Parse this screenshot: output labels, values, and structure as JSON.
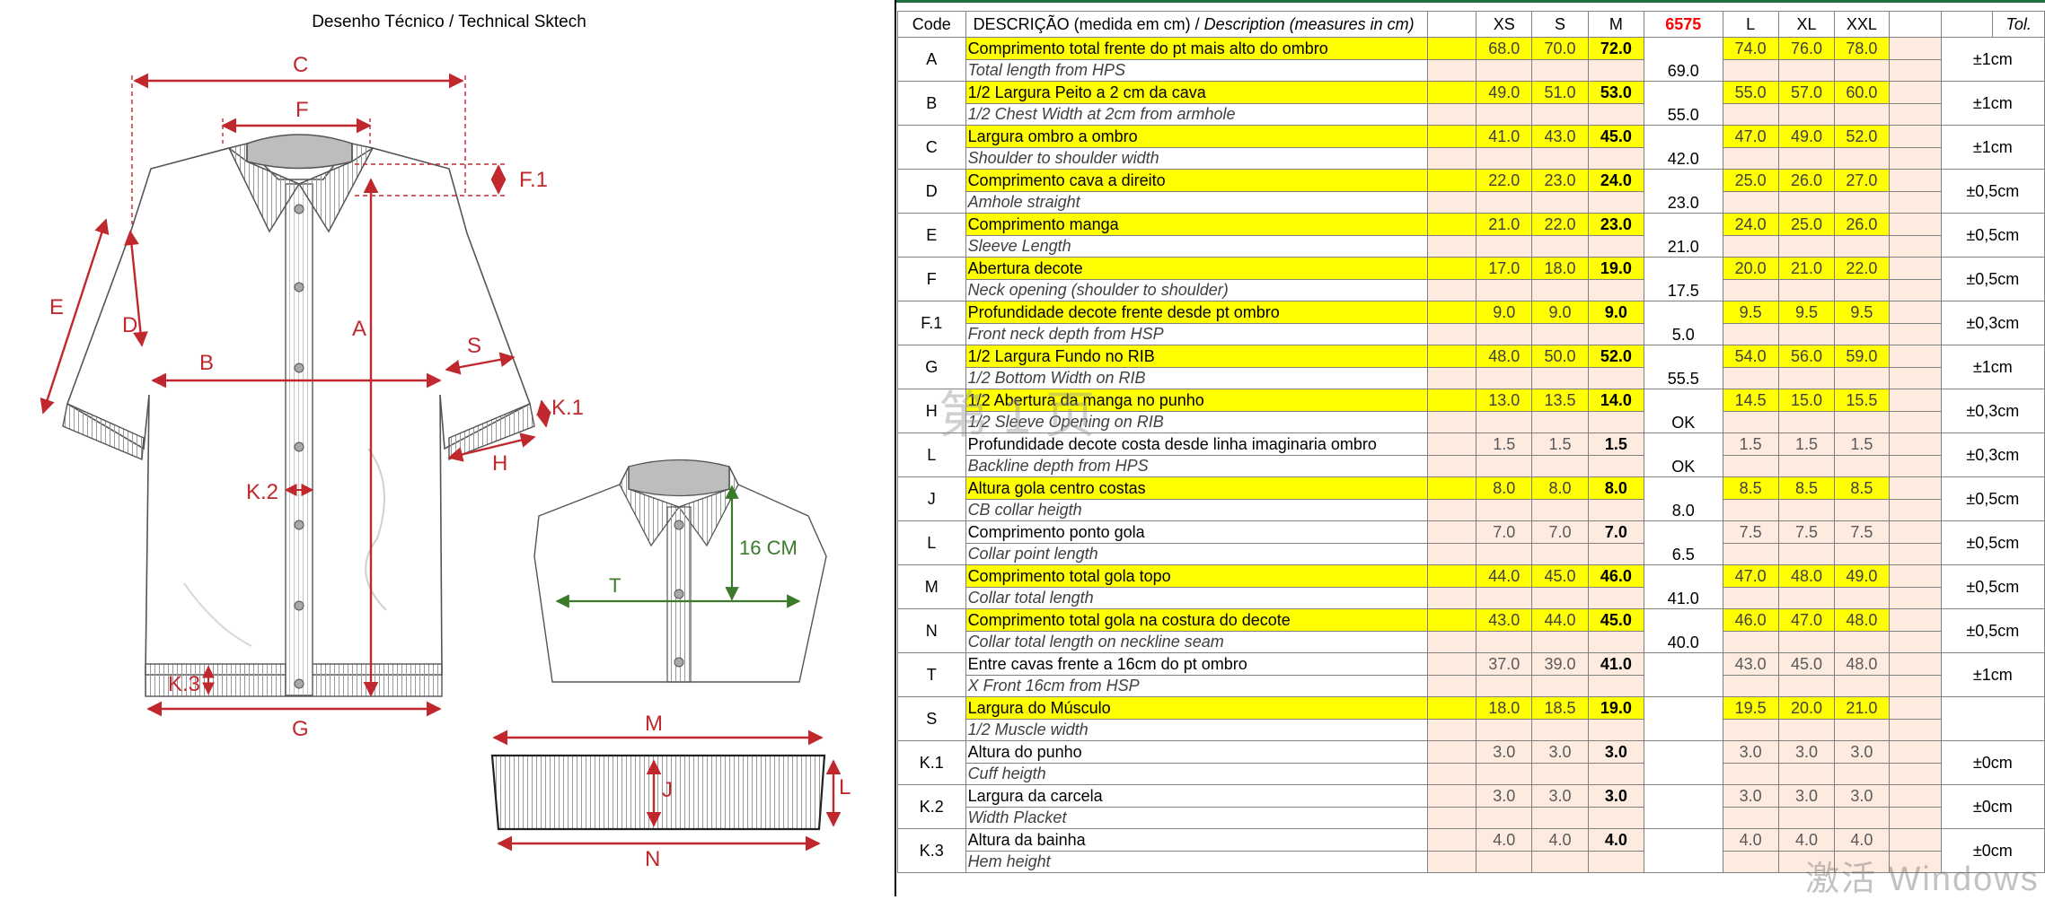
{
  "sketch": {
    "title": "Desenho Técnico / Technical Sktech",
    "labels": {
      "C": "C",
      "F": "F",
      "F1": "F.1",
      "E": "E",
      "D": "D",
      "B": "B",
      "A": "A",
      "S": "S",
      "K1": "K.1",
      "H": "H",
      "K2": "K.2",
      "K3": "K.3",
      "G": "G",
      "cm16": "16 CM",
      "T": "T",
      "M": "M",
      "J": "J",
      "L": "L",
      "N": "N"
    }
  },
  "table": {
    "headers": {
      "code": "Code",
      "desc_pt": "DESCRIÇÃO (medida em cm) /",
      "desc_en": " Description (measures in cm)",
      "xs": "XS",
      "s": "S",
      "m": "M",
      "sample": "6575",
      "l": "L",
      "xl": "XL",
      "xxl": "XXL",
      "tol": "Tol."
    },
    "rows": [
      {
        "code": "A",
        "pt": "Comprimento total frente do pt mais alto do ombro",
        "en": "Total length from HPS",
        "xs": "68.0",
        "s": "70.0",
        "m": "72.0",
        "sample": "69.0",
        "l": "74.0",
        "xl": "76.0",
        "xxl": "78.0",
        "tol": "±1cm",
        "hl": true
      },
      {
        "code": "B",
        "pt": "1/2 Largura Peito a 2 cm da cava",
        "en": "1/2 Chest Width at 2cm from armhole",
        "xs": "49.0",
        "s": "51.0",
        "m": "53.0",
        "sample": "55.0",
        "l": "55.0",
        "xl": "57.0",
        "xxl": "60.0",
        "tol": "±1cm",
        "hl": true
      },
      {
        "code": "C",
        "pt": "Largura ombro a ombro",
        "en": "Shoulder to shoulder width",
        "xs": "41.0",
        "s": "43.0",
        "m": "45.0",
        "sample": "42.0",
        "l": "47.0",
        "xl": "49.0",
        "xxl": "52.0",
        "tol": "±1cm",
        "hl": true
      },
      {
        "code": "D",
        "pt": "Comprimento cava a direito",
        "en": "Amhole straight",
        "xs": "22.0",
        "s": "23.0",
        "m": "24.0",
        "sample": "23.0",
        "l": "25.0",
        "xl": "26.0",
        "xxl": "27.0",
        "tol": "±0,5cm",
        "hl": true
      },
      {
        "code": "E",
        "pt": "Comprimento manga",
        "en": "Sleeve Length",
        "xs": "21.0",
        "s": "22.0",
        "m": "23.0",
        "sample": "21.0",
        "l": "24.0",
        "xl": "25.0",
        "xxl": "26.0",
        "tol": "±0,5cm",
        "hl": true
      },
      {
        "code": "F",
        "pt": "Abertura decote",
        "en": "Neck opening (shoulder to shoulder)",
        "xs": "17.0",
        "s": "18.0",
        "m": "19.0",
        "sample": "17.5",
        "l": "20.0",
        "xl": "21.0",
        "xxl": "22.0",
        "tol": "±0,5cm",
        "hl": true
      },
      {
        "code": "F.1",
        "pt": "Profundidade decote frente desde pt ombro",
        "en": "Front neck depth from HSP",
        "xs": "9.0",
        "s": "9.0",
        "m": "9.0",
        "sample": "5.0",
        "l": "9.5",
        "xl": "9.5",
        "xxl": "9.5",
        "tol": "±0,3cm",
        "hl": true
      },
      {
        "code": "G",
        "pt": "1/2 Largura Fundo no RIB",
        "en": "1/2 Bottom Width on RIB",
        "xs": "48.0",
        "s": "50.0",
        "m": "52.0",
        "sample": "55.5",
        "l": "54.0",
        "xl": "56.0",
        "xxl": "59.0",
        "tol": "±1cm",
        "hl": true
      },
      {
        "code": "H",
        "pt": "1/2 Abertura da manga no punho",
        "en": "1/2 Sleeve Opening on RIB",
        "xs": "13.0",
        "s": "13.5",
        "m": "14.0",
        "sample": "OK",
        "l": "14.5",
        "xl": "15.0",
        "xxl": "15.5",
        "tol": "±0,3cm",
        "hl": true
      },
      {
        "code": "L",
        "pt": "Profundidade decote costa desde linha imaginaria ombro",
        "en": "Backline depth from HPS",
        "xs": "1.5",
        "s": "1.5",
        "m": "1.5",
        "sample": "OK",
        "l": "1.5",
        "xl": "1.5",
        "xxl": "1.5",
        "tol": "±0,3cm",
        "hl": false
      },
      {
        "code": "J",
        "pt": "Altura gola centro costas",
        "en": "CB collar heigth",
        "xs": "8.0",
        "s": "8.0",
        "m": "8.0",
        "sample": "8.0",
        "l": "8.5",
        "xl": "8.5",
        "xxl": "8.5",
        "tol": "±0,5cm",
        "hl": true
      },
      {
        "code": "L",
        "pt": "Comprimento ponto gola",
        "en": "Collar point length",
        "xs": "7.0",
        "s": "7.0",
        "m": "7.0",
        "sample": "6.5",
        "l": "7.5",
        "xl": "7.5",
        "xxl": "7.5",
        "tol": "±0,5cm",
        "hl": false
      },
      {
        "code": "M",
        "pt": "Comprimento total gola topo",
        "en": "Collar total length",
        "xs": "44.0",
        "s": "45.0",
        "m": "46.0",
        "sample": "41.0",
        "l": "47.0",
        "xl": "48.0",
        "xxl": "49.0",
        "tol": "±0,5cm",
        "hl": true
      },
      {
        "code": "N",
        "pt": "Comprimento total gola na costura do decote",
        "en": "Collar total length on neckline seam",
        "xs": "43.0",
        "s": "44.0",
        "m": "45.0",
        "sample": "40.0",
        "l": "46.0",
        "xl": "47.0",
        "xxl": "48.0",
        "tol": "±0,5cm",
        "hl": true
      },
      {
        "code": "T",
        "pt": "Entre cavas frente a 16cm do pt ombro",
        "en": "X Front 16cm from HSP",
        "xs": "37.0",
        "s": "39.0",
        "m": "41.0",
        "sample": "",
        "l": "43.0",
        "xl": "45.0",
        "xxl": "48.0",
        "tol": "±1cm",
        "hl": false
      },
      {
        "code": "S",
        "pt": "Largura do Músculo",
        "en": "1/2 Muscle width",
        "xs": "18.0",
        "s": "18.5",
        "m": "19.0",
        "sample": "",
        "l": "19.5",
        "xl": "20.0",
        "xxl": "21.0",
        "tol": "",
        "hl": true
      },
      {
        "code": "K.1",
        "pt": "Altura do punho",
        "en": "Cuff heigth",
        "xs": "3.0",
        "s": "3.0",
        "m": "3.0",
        "sample": "",
        "l": "3.0",
        "xl": "3.0",
        "xxl": "3.0",
        "tol": "±0cm",
        "hl": false
      },
      {
        "code": "K.2",
        "pt": "Largura da carcela",
        "en": "Width Placket",
        "xs": "3.0",
        "s": "3.0",
        "m": "3.0",
        "sample": "",
        "l": "3.0",
        "xl": "3.0",
        "xxl": "3.0",
        "tol": "±0cm",
        "hl": false
      },
      {
        "code": "K.3",
        "pt": "Altura da bainha",
        "en": "Hem height",
        "xs": "4.0",
        "s": "4.0",
        "m": "4.0",
        "sample": "",
        "l": "4.0",
        "xl": "4.0",
        "xxl": "4.0",
        "tol": "±0cm",
        "hl": false
      }
    ]
  },
  "watermarks": {
    "windows": "激活 Windows",
    "page_mark": "第 1 页"
  },
  "colors": {
    "highlight": "#ffff00",
    "pale_fill": "#fdebe0",
    "dimension_red": "#c0282d",
    "dimension_green": "#3a7a2a",
    "sample_red": "#ff0000"
  }
}
